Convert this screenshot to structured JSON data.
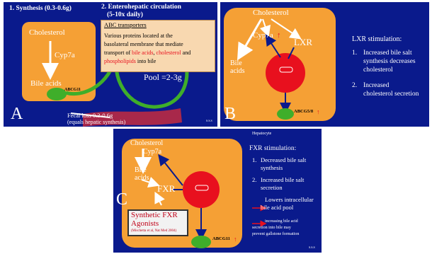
{
  "panelA": {
    "synthesis_title": "1. Synthesis (0.3-0.6g)",
    "enterohepatic_title": "2. Enterohepatic circulation",
    "enterohepatic_sub": "(5-10x daily)",
    "cholesterol": "Cholesterol",
    "cyp7a": "Cyp7a",
    "bile_acids": "Bile acids",
    "abcg11": "ABCG11",
    "pool": "Pool =2-3g",
    "fecal_loss": "Fecal loss 0.3-0.6g",
    "hepatic_synthesis": "(equals hepatic synthesis)",
    "letter": "A",
    "sns": "S.S.S",
    "callout": {
      "title": "ABC transporters",
      "line1": "Various proteins located at the",
      "line2": "basolateral membrane that mediate",
      "line3_pre": "transport of ",
      "line3_red1": "bile acids",
      "line3_mid": ", ",
      "line3_red2": "cholesterol",
      "line3_post": " and",
      "line4_red": "phospholipids",
      "line4_post": " into bile"
    }
  },
  "panelB": {
    "cholesterol": "Cholesterol",
    "cyp7a": "Cyp7a",
    "lxr": "LXR",
    "bile_acids_1": "Bile",
    "bile_acids_2": "acids",
    "abcg": "ABCG5/8",
    "letter": "B",
    "stim_title": "LXR stimulation:",
    "item1_num": "1.",
    "item1_l1": "Increased bile salt",
    "item1_l2": "synthesis decreases",
    "item1_l3": "cholesterol",
    "item2_num": "2.",
    "item2_l1": "Increased",
    "item2_l2": "cholesterol secretion"
  },
  "panelC": {
    "hepatocyte": "Hepatocyte",
    "cholesterol": "Cholesterol",
    "cyp7a": "Cyp7a",
    "bile_acids_1": "Bile",
    "bile_acids_2": "acids",
    "fxr": "FXR",
    "abcg11": "ABCG11",
    "letter": "C",
    "agonists_l1": "Synthetic FXR",
    "agonists_l2": "Agonists",
    "citation": "(Mischetta et al, Nat Med 2004)",
    "stim_title": "FXR stimulation:",
    "item1_num": "1.",
    "item1_l1": "Decreased bile salt",
    "item1_l2": "synthesis",
    "item2_num": "2.",
    "item2_l1": "Increased bile salt",
    "item2_l2": "secretion",
    "item3_l1": "Lowers intracellular",
    "item3_l2": "bile acid pool",
    "note_l1": "increasing bile acid",
    "note_l2": "secretion into bile may",
    "note_l3": "prevent gallstone formation",
    "sns": "S.S.S"
  },
  "colors": {
    "background": "#0a1a8c",
    "hepatocyte": "#f5a035",
    "nucleus": "#e8101e",
    "transporter": "#3fae2a",
    "intestine": "#a8284a",
    "callout_bg": "#f8d8b0",
    "highlight_red": "#e8101e"
  }
}
